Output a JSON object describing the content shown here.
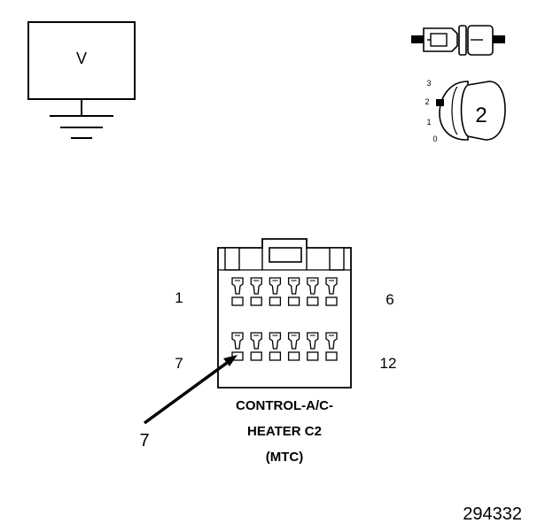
{
  "meter": {
    "label": "V"
  },
  "ignition": {
    "positions": [
      "3",
      "2",
      "1",
      "0"
    ],
    "key_label": "2"
  },
  "connector": {
    "pin_top_left": "1",
    "pin_top_right": "6",
    "pin_bottom_left": "7",
    "pin_bottom_right": "12",
    "name_lines": [
      "CONTROL-A/C-",
      "HEATER C2",
      "(MTC)"
    ]
  },
  "probe": {
    "pin_label": "7"
  },
  "figure_number": "294332"
}
